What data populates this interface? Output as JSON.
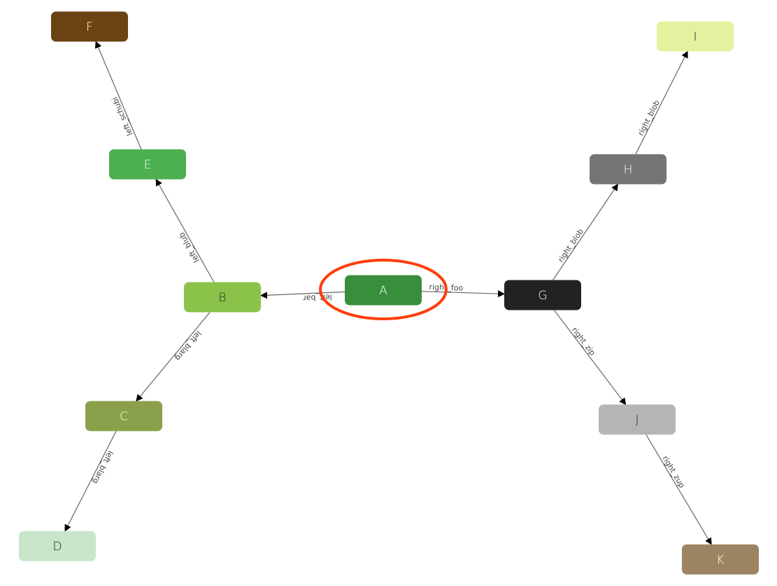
{
  "nodes": [
    {
      "id": "A",
      "label": "A",
      "color": "#388e3c",
      "text_color": "#ffffff"
    },
    {
      "id": "B",
      "label": "B",
      "color": "#8bc34a",
      "text_color": "#222222"
    },
    {
      "id": "C",
      "label": "C",
      "color": "#8aa04a",
      "text_color": "#ffffff"
    },
    {
      "id": "D",
      "label": "D",
      "color": "#c8e6c9",
      "text_color": "#222222"
    },
    {
      "id": "E",
      "label": "E",
      "color": "#4caf50",
      "text_color": "#ffffff"
    },
    {
      "id": "F",
      "label": "F",
      "color": "#6b4312",
      "text_color": "#ffffff"
    },
    {
      "id": "G",
      "label": "G",
      "color": "#222222",
      "text_color": "#ffffff"
    },
    {
      "id": "H",
      "label": "H",
      "color": "#757575",
      "text_color": "#ffffff"
    },
    {
      "id": "I",
      "label": "I",
      "color": "#e6f1a0",
      "text_color": "#222222"
    },
    {
      "id": "J",
      "label": "J",
      "color": "#b5b5b5",
      "text_color": "#222222"
    },
    {
      "id": "K",
      "label": "K",
      "color": "#9c8462",
      "text_color": "#ffffff"
    }
  ],
  "edges": [
    {
      "from": "A",
      "to": "B",
      "label": "left_bar"
    },
    {
      "from": "A",
      "to": "G",
      "label": "right_foo"
    },
    {
      "from": "B",
      "to": "E",
      "label": "left_blub"
    },
    {
      "from": "E",
      "to": "F",
      "label": "left_schubi"
    },
    {
      "from": "B",
      "to": "C",
      "label": "left_blarg"
    },
    {
      "from": "C",
      "to": "D",
      "label": "left_blarg"
    },
    {
      "from": "G",
      "to": "H",
      "label": "right_blob"
    },
    {
      "from": "H",
      "to": "I",
      "label": "right_blob"
    },
    {
      "from": "G",
      "to": "J",
      "label": "right_zip"
    },
    {
      "from": "J",
      "to": "K",
      "label": "right_zup"
    }
  ],
  "highlight": {
    "node": "A",
    "color": "#ff3d0a"
  }
}
